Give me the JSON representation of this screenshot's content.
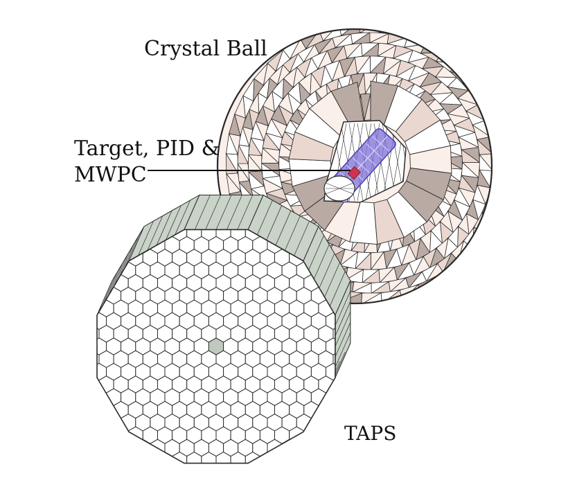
{
  "labels": {
    "crystal_ball": "Crystal Ball",
    "target_line1": "Target, PID &",
    "target_line2": "MWPC",
    "taps": "TAPS"
  },
  "colors": {
    "edge": "#2a2a2a",
    "facet_light": "#fbefea",
    "facet_mid": "#ead8d0",
    "facet_dark": "#b9aaa4",
    "facet_white": "#ffffff",
    "taps_side": "#c9d3c8",
    "taps_face": "#ffffff",
    "taps_center": "#bfc9bd",
    "target": "#7d6fd6",
    "target_dark": "#4a3fb0",
    "target_red": "#d0324e"
  }
}
